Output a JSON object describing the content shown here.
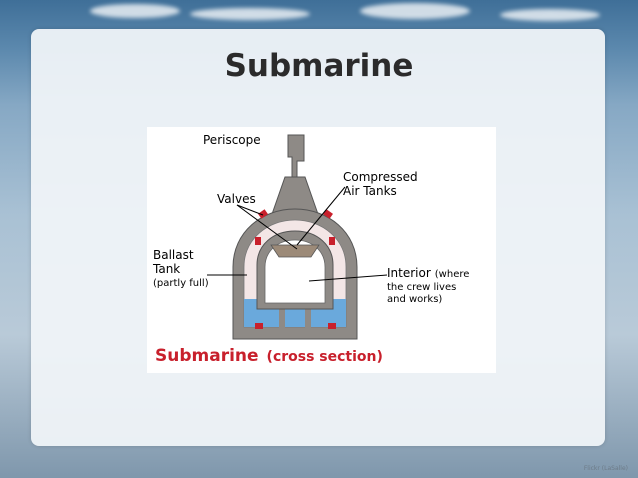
{
  "slide": {
    "title": "Submarine"
  },
  "diagram": {
    "labels": {
      "periscope": "Periscope",
      "compressed_air_1": "Compressed",
      "compressed_air_2": "Air Tanks",
      "valves": "Valves",
      "ballast_1": "Ballast",
      "ballast_2": "Tank",
      "ballast_3": "(partly full)",
      "interior_1": "Interior",
      "interior_2": "(where",
      "interior_3": "the crew lives",
      "interior_4": "and works)",
      "caption_main": "Submarine",
      "caption_sub": "(cross section)"
    },
    "colors": {
      "hull": "#8e8a86",
      "ballast_space": "#f3e6e6",
      "water": "#6aa9dc",
      "valve": "#c8202c",
      "air_tank": "#9c8a78",
      "caption": "#c8202c"
    }
  },
  "footer": {
    "credit": "Flickr (LaSalle)"
  }
}
